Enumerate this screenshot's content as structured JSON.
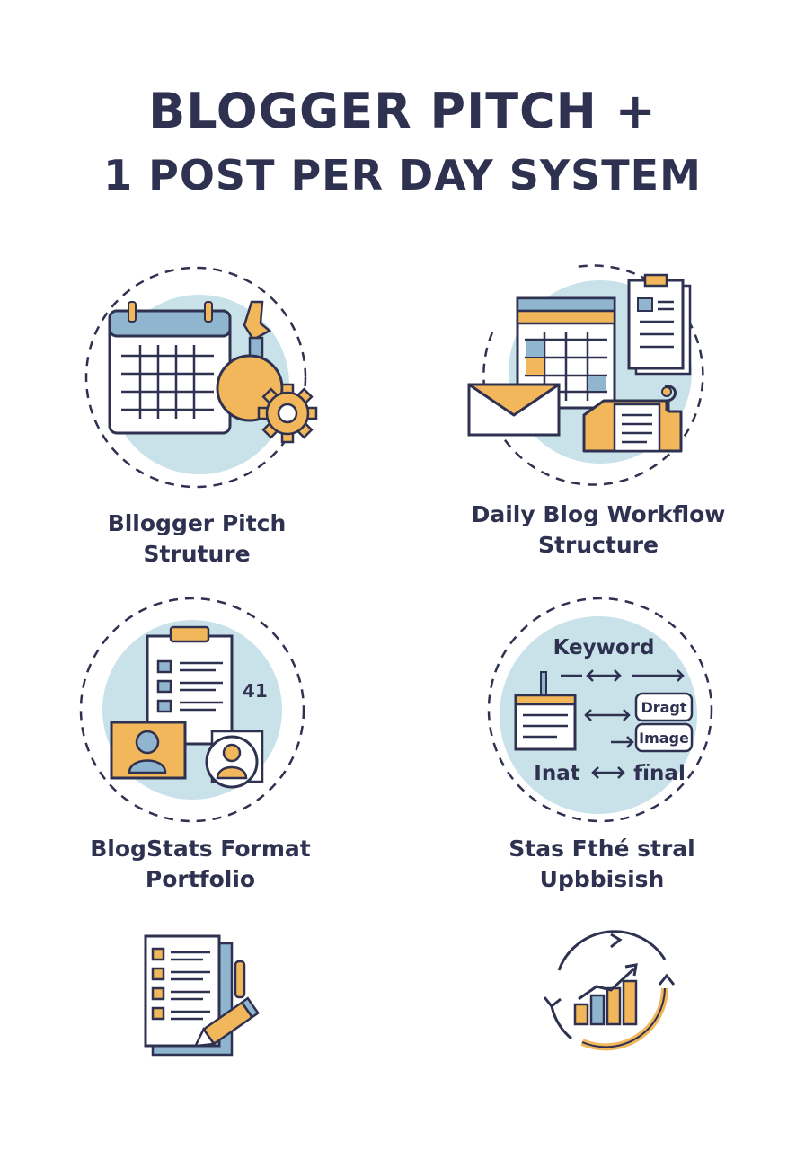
{
  "header": {
    "title_line1": "BLOGGER PITCH +",
    "title_line2": "1 POST PER DAY  SYSTEM"
  },
  "cards": [
    {
      "line1": "Bllogger Pitch",
      "line2": "Struture"
    },
    {
      "line1": "Daily Blog Workflow",
      "line2": "Structure"
    },
    {
      "line1": "BlogStats Format",
      "line2": "Portfolio"
    },
    {
      "line1": "Stas Fthé stral",
      "line2": "Upbbisish"
    }
  ],
  "keyword_diagram": {
    "keyword": "Keyword",
    "draft": "Dragt",
    "image": "Image",
    "start": "Inat",
    "final": "fïnal"
  },
  "note_glyph": "41",
  "colors": {
    "navy": "#2e3150",
    "orange": "#f2b65b",
    "blue": "#c9e2ea",
    "steel": "#8fb5cf"
  }
}
